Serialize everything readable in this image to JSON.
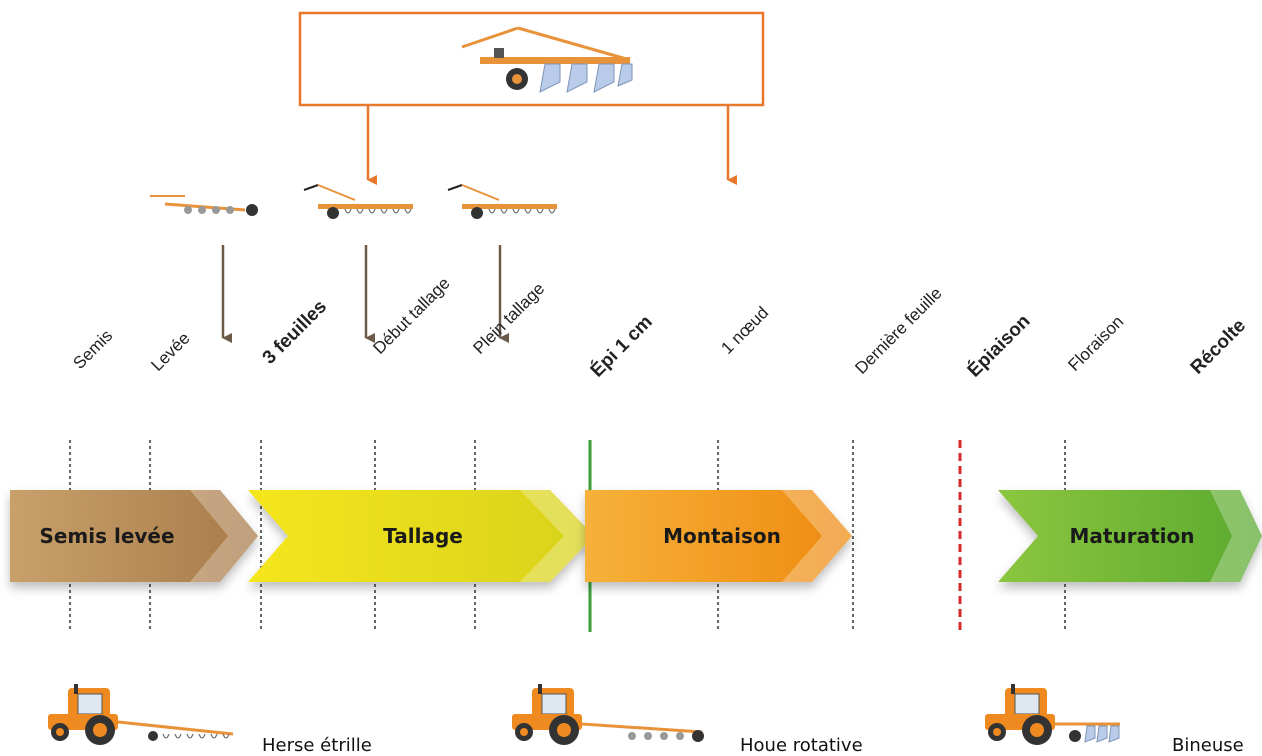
{
  "milestones": [
    {
      "label": "Semis",
      "style": "normal",
      "color": "#222222"
    },
    {
      "label": "Levée",
      "style": "normal",
      "color": "#222222"
    },
    {
      "label": "3 feuilles",
      "style": "bold",
      "color": "#111111"
    },
    {
      "label": "Début tallage",
      "style": "normal",
      "color": "#222222"
    },
    {
      "label": "Plein tallage",
      "style": "normal",
      "color": "#222222"
    },
    {
      "label": "Épi 1 cm",
      "style": "bold",
      "color": "#3a9e3a"
    },
    {
      "label": "1 nœud",
      "style": "normal",
      "color": "#222222"
    },
    {
      "label": "Dernière feuille",
      "style": "normal",
      "color": "#222222"
    },
    {
      "label": "Épiaison",
      "style": "bold",
      "color": "#d42a2a"
    },
    {
      "label": "Floraison",
      "style": "normal",
      "color": "#222222"
    },
    {
      "label": "Récolte",
      "style": "bold",
      "color": "#111111"
    }
  ],
  "stages": [
    {
      "label": "Semis levée",
      "color_from": "#c9a06a",
      "color_to": "#a87b4a"
    },
    {
      "label": "Tallage",
      "color_from": "#f5e61a",
      "color_to": "#d8d21a"
    },
    {
      "label": "Montaison",
      "color_from": "#f6b13a",
      "color_to": "#ef8a10"
    },
    {
      "label": "Maturation",
      "color_from": "#8cc63f",
      "color_to": "#5aaa2f"
    }
  ],
  "tools": [
    {
      "label": "Herse étrille",
      "icon": "tractor-harrow-icon"
    },
    {
      "label": "Houe rotative",
      "icon": "tractor-rotary-hoe-icon"
    },
    {
      "label": "Bineuse",
      "icon": "tractor-hoe-icon"
    }
  ],
  "colors": {
    "accent_orange": "#e8762b",
    "implement_orange": "#e8923a",
    "arrow_brown": "#6b5a4a",
    "epi_green": "#3a9e3a",
    "epiaison_red": "#d42a2a"
  }
}
